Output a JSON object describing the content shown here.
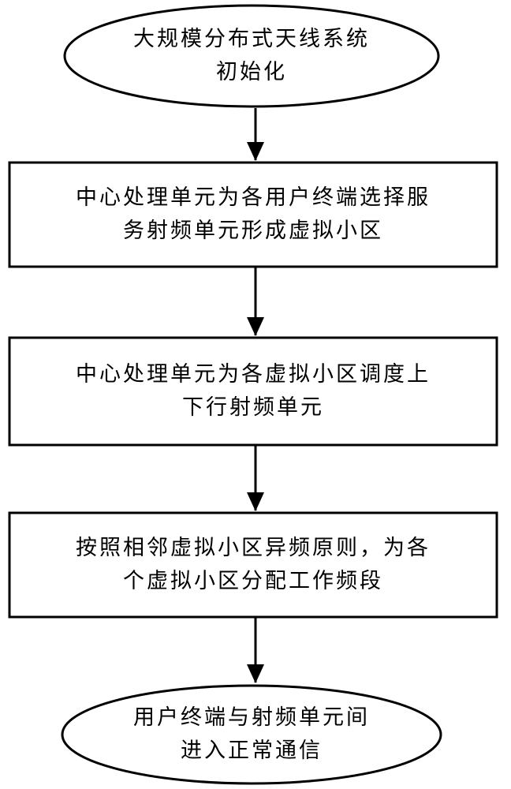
{
  "flowchart": {
    "start": {
      "lines": [
        "大规模分布式天线系统",
        "初始化"
      ]
    },
    "steps": [
      {
        "lines": [
          "中心处理单元为各用户终端选择服",
          "务射频单元形成虚拟小区"
        ]
      },
      {
        "lines": [
          "中心处理单元为各虚拟小区调度上",
          "下行射频单元"
        ]
      },
      {
        "lines": [
          "按照相邻虚拟小区异频原则，为各",
          "个虚拟小区分配工作频段"
        ]
      }
    ],
    "end": {
      "lines": [
        "用户终端与射频单元间",
        "进入正常通信"
      ]
    }
  },
  "colors": {
    "stroke": "#000000",
    "fill": "#ffffff",
    "text": "#000000"
  }
}
